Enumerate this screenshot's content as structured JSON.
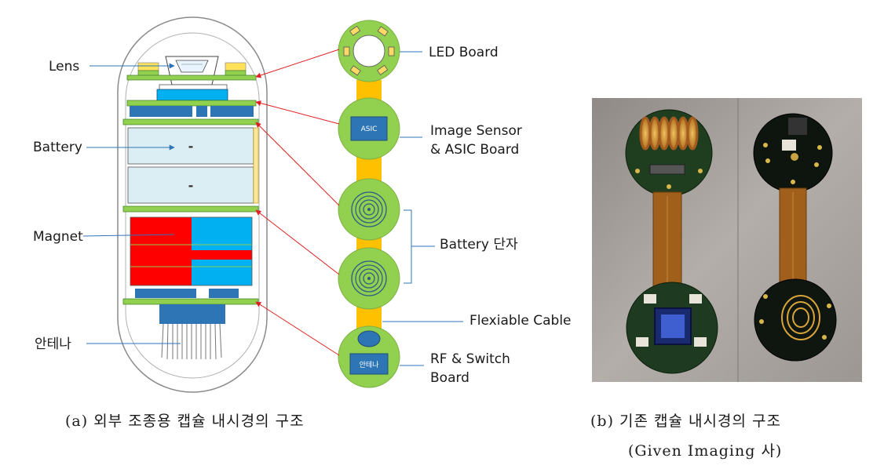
{
  "labels": {
    "lens": "Lens",
    "battery": "Battery",
    "magnet": "Magnet",
    "antenna": "안테나",
    "led_board": "LED Board",
    "image_sensor_line1": "Image Sensor",
    "image_sensor_line2": "& ASIC Board",
    "battery_terminal": "Battery 단자",
    "flexible_cable": "Flexiable Cable",
    "rf_line1": "RF & Switch",
    "rf_line2": "Board",
    "asic_chip": "ASIC",
    "antenna_chip": "안테나",
    "battery_minus": "-"
  },
  "captions": {
    "a": "(a) 외부 조종용 캡슐 내시경의 구조",
    "b_line1": "(b) 기존 캡슐 내시경의 구조",
    "b_line2": "(Given Imaging 사)"
  },
  "colors": {
    "board_green": "#92d050",
    "board_dark": "#3a7d1e",
    "flex_orange": "#ffc000",
    "chip_blue": "#2e75b6",
    "magnet_red": "#ff0000",
    "magnet_blue": "#00b0f0",
    "battery_fill": "#daeef3",
    "arrow_red": "#e02020",
    "leader_blue": "#2e75b6"
  }
}
